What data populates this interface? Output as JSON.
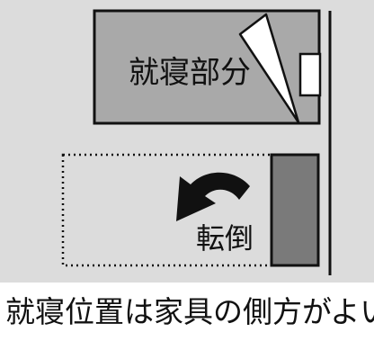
{
  "diagram": {
    "bed_label": "就寝部分",
    "fall_label": "転倒",
    "caption": "就寝位置は家具の側方がよい"
  },
  "colors": {
    "background": "#dcdcdc",
    "bed_fill": "#a9a9a9",
    "furniture_fill": "#7a7a7a",
    "line": "#111111"
  }
}
